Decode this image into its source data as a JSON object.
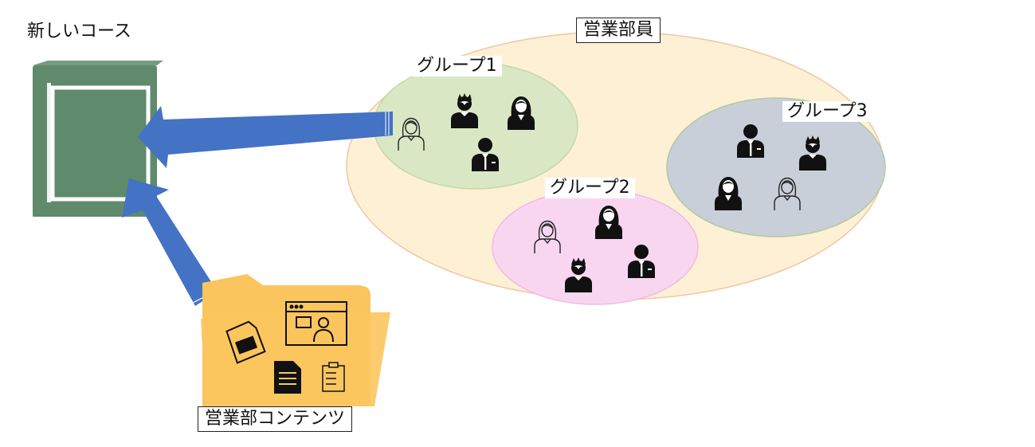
{
  "course": {
    "label": "新しいコース",
    "color": "#5f8a6b"
  },
  "staff": {
    "label": "営業部員",
    "fill": "#fdf0d5",
    "stroke": "#f1c6a0"
  },
  "groups": [
    {
      "label": "グループ1",
      "fill": "#d9e7c5",
      "stroke": "#c4d9a7"
    },
    {
      "label": "グループ2",
      "fill": "#f8d6f0",
      "stroke": "#f0b9e6"
    },
    {
      "label": "グループ3",
      "fill": "#c8cfd9",
      "stroke": "#b2c9a0"
    }
  ],
  "content": {
    "label": "営業部コンテンツ",
    "folder_color": "#fbc55e"
  },
  "arrow_color": "#4472c4"
}
